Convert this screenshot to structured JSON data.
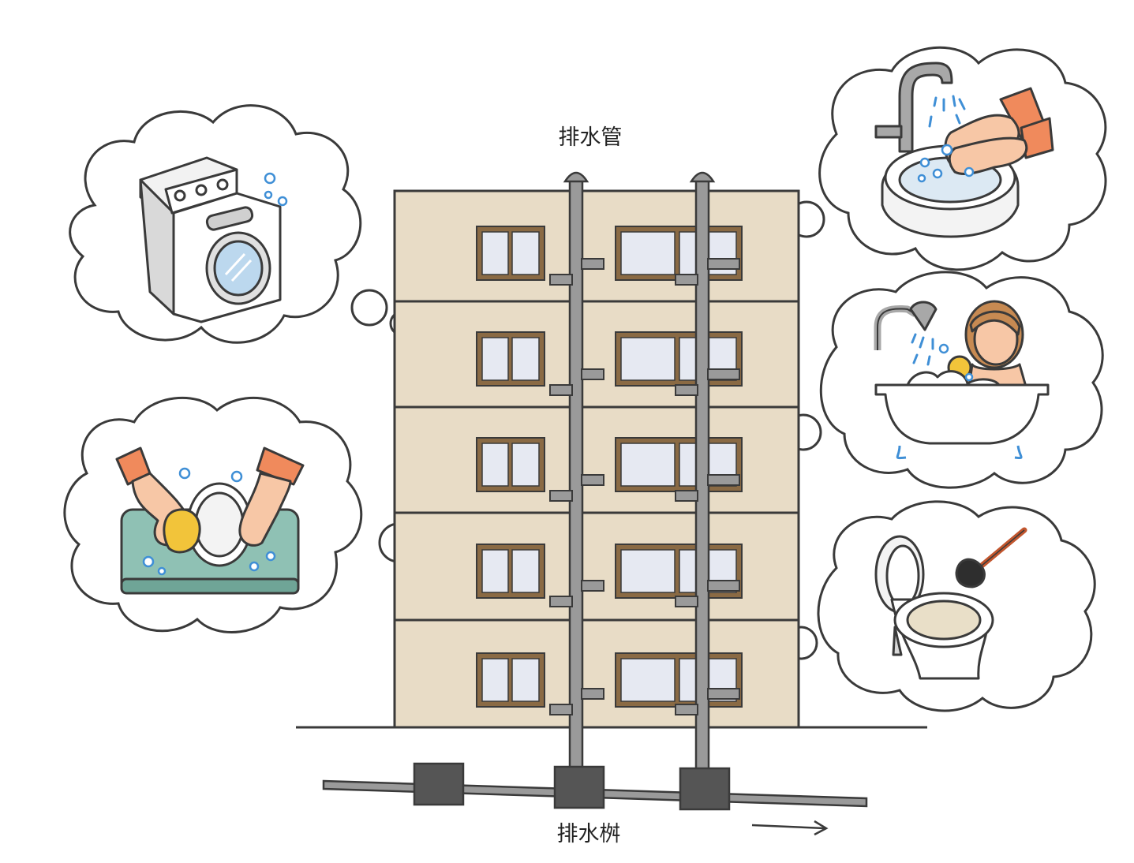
{
  "labels": {
    "drain_pipe": "排水管",
    "drain_basin": "排水桝"
  },
  "scenes": [
    {
      "name": "washing-machine"
    },
    {
      "name": "dish-washing"
    },
    {
      "name": "hand-washing"
    },
    {
      "name": "bathing"
    },
    {
      "name": "toilet"
    }
  ],
  "icons": [
    "washing-machine-icon",
    "dish-washing-icon",
    "hand-washing-icon",
    "bathtub-icon",
    "toilet-icon",
    "plunger-icon",
    "flow-arrow-icon"
  ],
  "colors": {
    "building": "#e8dcc6",
    "outline": "#3a3a3a",
    "window_frame": "#8a6a44",
    "window_glass": "#e6e9f2",
    "pipe": "#9a9a9a",
    "basin": "#555555",
    "water": "#3f8fd6",
    "sleeve": "#f08a5c",
    "skin": "#f7c7a6",
    "tray": "#8fc1b4",
    "sponge": "#f2c43a",
    "floor_water": "#e9dfc8"
  }
}
